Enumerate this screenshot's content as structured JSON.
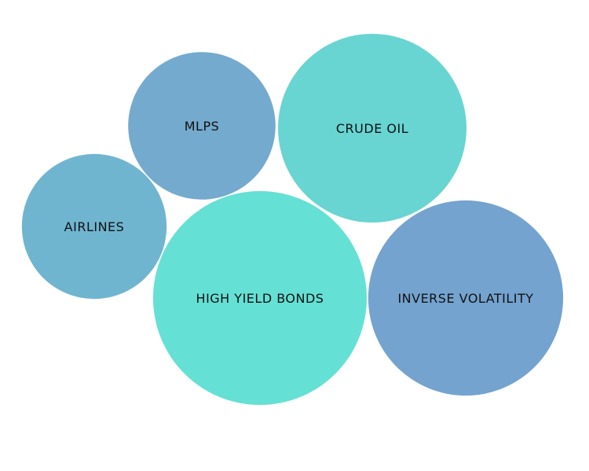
{
  "chart_data": {
    "type": "bubble",
    "title": "",
    "categories": [
      "MLPS",
      "CRUDE OIL",
      "AIRLINES",
      "HIGH YIELD BONDS",
      "INVERSE VOLATILITY"
    ],
    "values": [
      88,
      144,
      85,
      185,
      154
    ],
    "colors": [
      "#74aacd",
      "#68d5d2",
      "#6fb5d0",
      "#65e0d5",
      "#74a3cf"
    ],
    "legend": "none"
  }
}
